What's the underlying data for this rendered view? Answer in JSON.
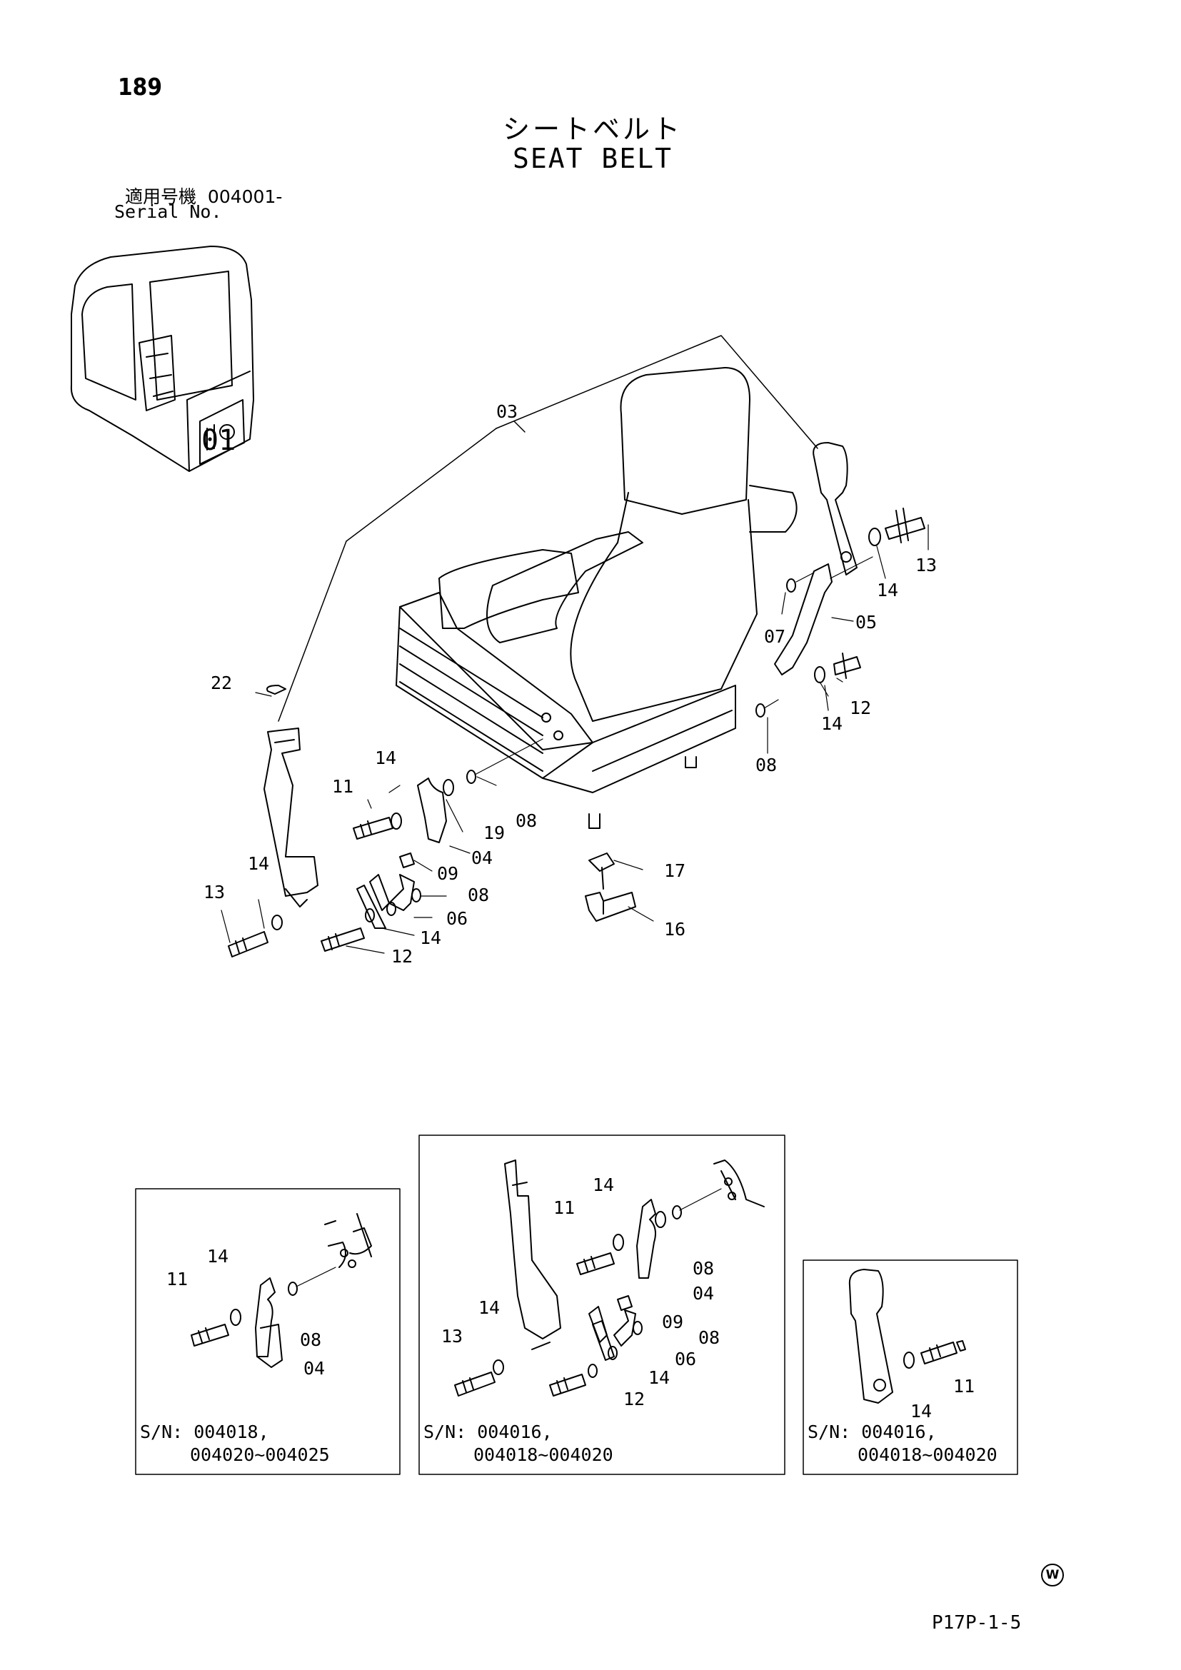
{
  "page_number": "189",
  "title_jp": "シートベルト",
  "title_en": "SEAT BELT",
  "serial_label_jp": "適用号機",
  "serial_value": "004001-",
  "serial_label_en": "Serial No.",
  "cab_marker": "01",
  "main_labels": [
    "03",
    "22",
    "14",
    "11",
    "19",
    "08",
    "04",
    "09",
    "08",
    "06",
    "14",
    "12",
    "13",
    "14",
    "13",
    "14",
    "07",
    "05",
    "12",
    "14",
    "08",
    "17",
    "16"
  ],
  "insets": [
    {
      "labels": [
        "14",
        "11",
        "08",
        "04"
      ],
      "caption_line1": "S/N: 004018,",
      "caption_line2": "004020~004025"
    },
    {
      "labels": [
        "14",
        "11",
        "08",
        "04",
        "09",
        "08",
        "06",
        "14",
        "12",
        "13",
        "14"
      ],
      "caption_line1": "S/N: 004016,",
      "caption_line2": "004018~004020"
    },
    {
      "labels": [
        "14",
        "11"
      ],
      "caption_line1": "S/N: 004016,",
      "caption_line2": "004018~004020"
    }
  ],
  "watermark": "W",
  "page_code": "P17P-1-5"
}
